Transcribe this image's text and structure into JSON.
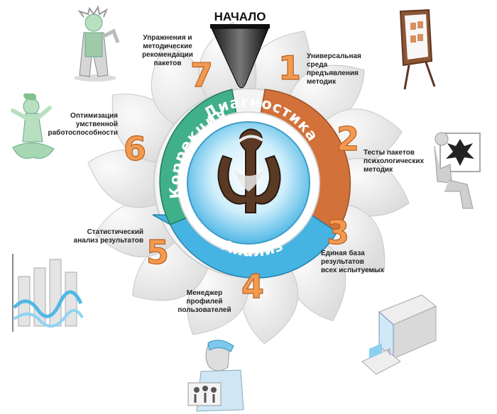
{
  "start_label": "НАЧАЛО",
  "phases": {
    "diagnostics": "Диагностика",
    "analysis": "Анализ",
    "correction": "Коррекция"
  },
  "steps": [
    {
      "number": "1",
      "lines": [
        "Универсальная",
        "среда",
        "предъявления",
        "методик"
      ]
    },
    {
      "number": "2",
      "lines": [
        "Тесты пакетов",
        "психологических",
        "методик"
      ]
    },
    {
      "number": "3",
      "lines": [
        "Единая база",
        "результатов",
        "всех испытуемых"
      ]
    },
    {
      "number": "4",
      "lines": [
        "Менеджер",
        "профилей",
        "пользователей"
      ]
    },
    {
      "number": "5",
      "lines": [
        "Статистический",
        "анализ результатов"
      ]
    },
    {
      "number": "6",
      "lines": [
        "Оптимизация",
        "умственной",
        "работоспособности"
      ]
    },
    {
      "number": "7",
      "lines": [
        "Упражнения и",
        "методические",
        "рекомендации",
        "пакетов"
      ]
    }
  ],
  "colors": {
    "diagnostics": "#d2713a",
    "analysis": "#45b4e3",
    "correction": "#3fb08a",
    "step_number": "#f39a52",
    "petal": "#ececec"
  },
  "icons": [
    "scientist-icon",
    "presentation-board-icon",
    "psychologist-inkblot-icon",
    "filing-cabinet-icon",
    "user-manager-icon",
    "statistics-chart-icon",
    "meditation-icon",
    "psy-logo-icon"
  ]
}
